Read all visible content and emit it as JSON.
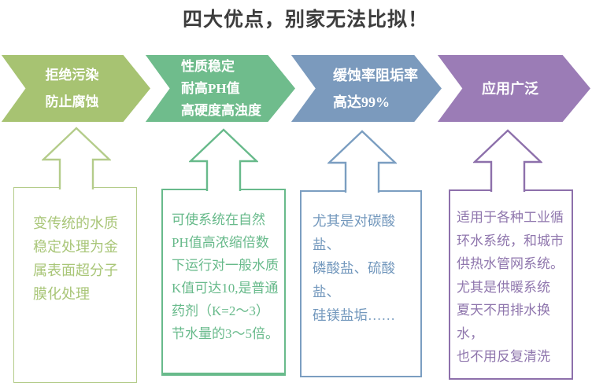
{
  "title": "四大优点，别家无法比拟！",
  "colors": {
    "background": "#ffffff",
    "title": "#3d3d3d",
    "banner_text": "#ffffff"
  },
  "advantages": [
    {
      "banner": "拒绝污染\n防止腐蚀",
      "detail": "变传统的水质\n稳定处理为金\n属表面超分子\n膜化处理",
      "colors": {
        "fill": "#a7c372",
        "outline": "#b4cc8a",
        "text": "#a9c678"
      }
    },
    {
      "banner": "性质稳定\n耐高PH值\n高硬度高浊度",
      "detail": "可使系统在自然\nPH值高浓缩倍数\n下运行对一般水质\nK值可达10,是普通\n药剂（K=2～3）\n节水量的3～5倍。",
      "colors": {
        "fill": "#6fbc8c",
        "outline": "#68ba8b",
        "text": "#68ba8b"
      }
    },
    {
      "banner": "缓蚀率阻垢率\n高达99%",
      "detail": "尤其是对碳酸盐、\n磷酸盐、硫酸盐、\n硅镁盐垢……",
      "colors": {
        "fill": "#7b9abd",
        "outline": "#7b9ec1",
        "text": "#7398bd"
      }
    },
    {
      "banner": "应用广泛",
      "detail": "适用于各种工业循\n环水系统，和城市\n供热水管网系统。\n尤其是供暖系统\n夏天不用排水换水，\n也不用反复清洗",
      "colors": {
        "fill": "#9b7cb6",
        "outline": "#8d70ab",
        "text": "#8f76ad"
      }
    }
  ]
}
